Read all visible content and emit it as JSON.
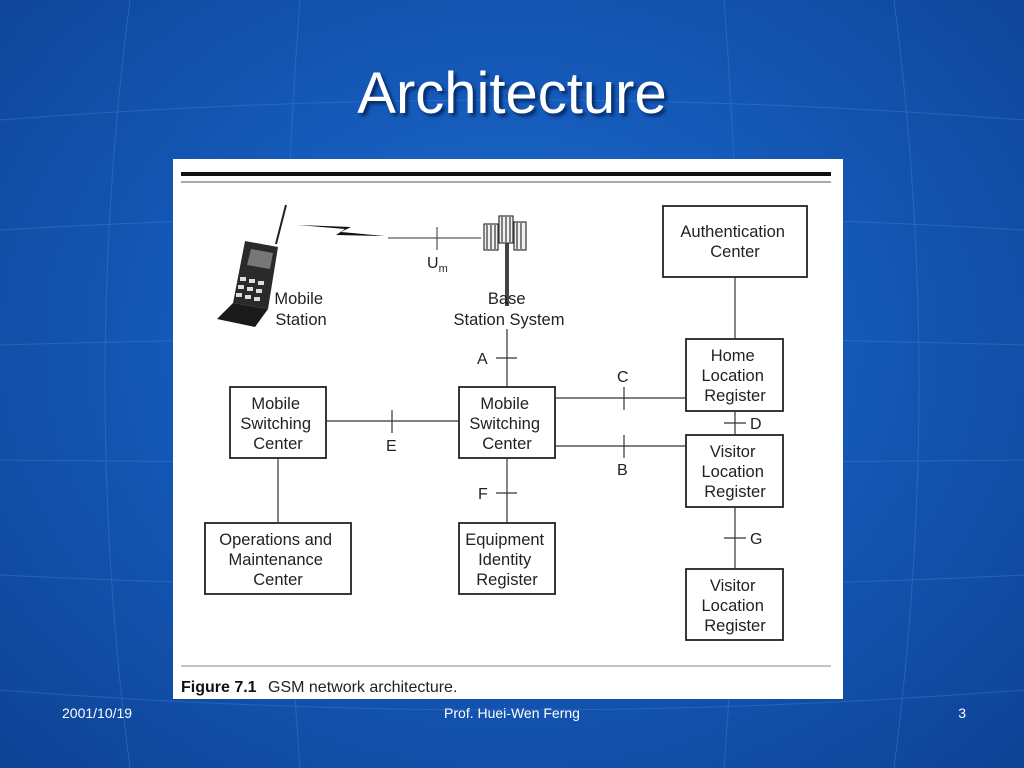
{
  "slide": {
    "title": "Architecture",
    "footer": {
      "date": "2001/10/19",
      "author": "Prof. Huei-Wen Ferng",
      "page": "3"
    }
  },
  "diagram": {
    "nodes": {
      "mobile_station": [
        "Mobile",
        "Station"
      ],
      "base_station_system": [
        "Base",
        "Station System"
      ],
      "authentication_center": [
        "Authentication",
        "Center"
      ],
      "home_location_register": [
        "Home",
        "Location",
        "Register"
      ],
      "msc_left": [
        "Mobile",
        "Switching",
        "Center"
      ],
      "msc_center": [
        "Mobile",
        "Switching",
        "Center"
      ],
      "visitor_location_register_1": [
        "Visitor",
        "Location",
        "Register"
      ],
      "operations_maintenance_center": [
        "Operations and",
        "Maintenance",
        "Center"
      ],
      "equipment_identity_register": [
        "Equipment",
        "Identity",
        "Register"
      ],
      "visitor_location_register_2": [
        "Visitor",
        "Location",
        "Register"
      ]
    },
    "interfaces": {
      "um": "U",
      "um_sub": "m",
      "a": "A",
      "b": "B",
      "c": "C",
      "d": "D",
      "e": "E",
      "f": "F",
      "g": "G"
    },
    "caption": {
      "label": "Figure 7.1",
      "text": "GSM network architecture."
    }
  }
}
